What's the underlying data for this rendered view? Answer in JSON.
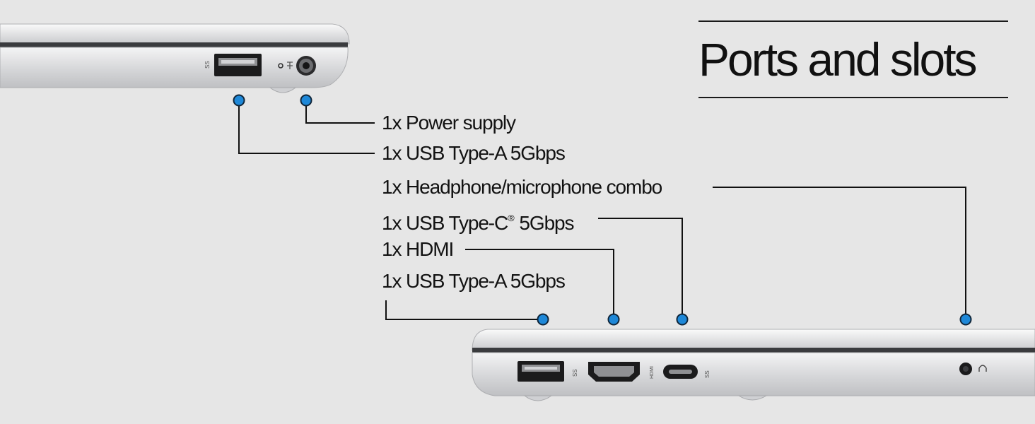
{
  "title": "Ports and slots",
  "ports": [
    {
      "label": "1x Power supply"
    },
    {
      "label": "1x USB Type-A 5Gbps"
    },
    {
      "label": "1x Headphone/microphone combo"
    },
    {
      "label": "1x USB Type-C",
      "reg": "®",
      "suffix": " 5Gbps"
    },
    {
      "label": "1x HDMI"
    },
    {
      "label": "1x USB Type-A 5Gbps"
    }
  ],
  "port_marks": {
    "usb_logo": "SS",
    "hdmi_logo": "HDMI"
  },
  "colors": {
    "background": "#e6e6e6",
    "callout_dot": "#1e88d8",
    "line": "#111111",
    "chassis": "#d9dadc"
  }
}
